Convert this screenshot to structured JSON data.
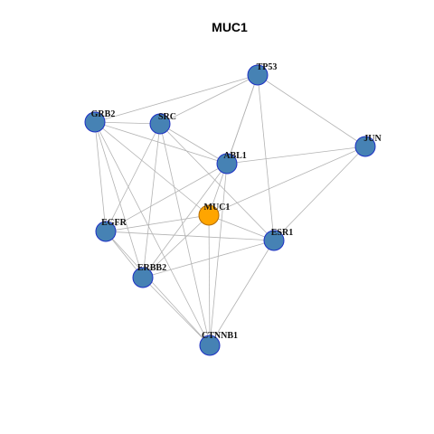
{
  "title": "MUC1",
  "colors": {
    "node_default": "#4682b4",
    "node_focus": "#ffa500",
    "node_stroke": "#1c2fc4",
    "focus_stroke": "#b36b00",
    "edge": "#b3b3b3"
  },
  "nodes": [
    {
      "id": "TP53",
      "focus": false
    },
    {
      "id": "GRB2",
      "focus": false
    },
    {
      "id": "SRC",
      "focus": false
    },
    {
      "id": "JUN",
      "focus": false
    },
    {
      "id": "ABL1",
      "focus": false
    },
    {
      "id": "MUC1",
      "focus": true
    },
    {
      "id": "EGFR",
      "focus": false
    },
    {
      "id": "ESR1",
      "focus": false
    },
    {
      "id": "ERBB2",
      "focus": false
    },
    {
      "id": "CTNNB1",
      "focus": false
    }
  ],
  "edges": [
    [
      "TP53",
      "GRB2"
    ],
    [
      "TP53",
      "SRC"
    ],
    [
      "TP53",
      "JUN"
    ],
    [
      "TP53",
      "ABL1"
    ],
    [
      "TP53",
      "ESR1"
    ],
    [
      "TP53",
      "MUC1"
    ],
    [
      "GRB2",
      "SRC"
    ],
    [
      "GRB2",
      "ABL1"
    ],
    [
      "GRB2",
      "MUC1"
    ],
    [
      "GRB2",
      "EGFR"
    ],
    [
      "GRB2",
      "ERBB2"
    ],
    [
      "GRB2",
      "CTNNB1"
    ],
    [
      "SRC",
      "ABL1"
    ],
    [
      "SRC",
      "ESR1"
    ],
    [
      "SRC",
      "EGFR"
    ],
    [
      "SRC",
      "ERBB2"
    ],
    [
      "SRC",
      "CTNNB1"
    ],
    [
      "JUN",
      "ABL1"
    ],
    [
      "JUN",
      "ESR1"
    ],
    [
      "JUN",
      "MUC1"
    ],
    [
      "ABL1",
      "ERBB2"
    ],
    [
      "ABL1",
      "CTNNB1"
    ],
    [
      "ABL1",
      "EGFR"
    ],
    [
      "MUC1",
      "EGFR"
    ],
    [
      "MUC1",
      "ESR1"
    ],
    [
      "MUC1",
      "ERBB2"
    ],
    [
      "MUC1",
      "CTNNB1"
    ],
    [
      "EGFR",
      "ESR1"
    ],
    [
      "EGFR",
      "ERBB2"
    ],
    [
      "EGFR",
      "CTNNB1"
    ],
    [
      "ESR1",
      "ERBB2"
    ],
    [
      "ESR1",
      "CTNNB1"
    ],
    [
      "ERBB2",
      "CTNNB1"
    ]
  ]
}
